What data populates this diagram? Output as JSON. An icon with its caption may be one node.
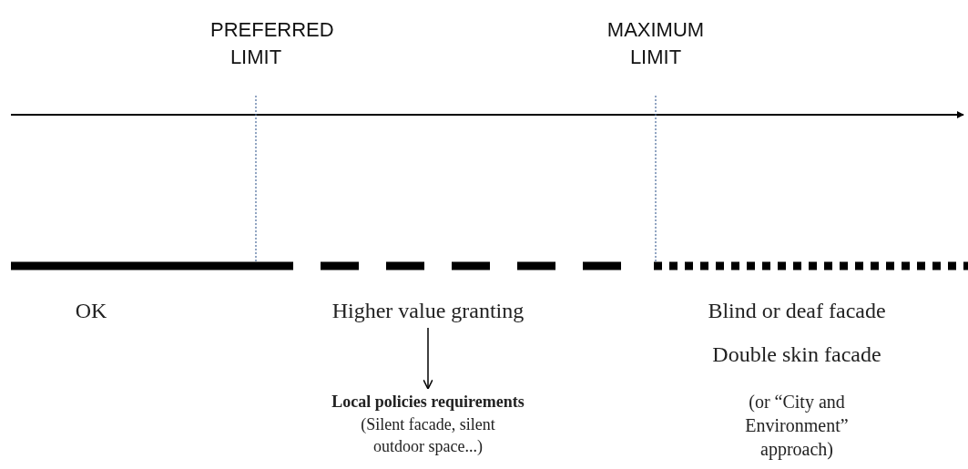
{
  "diagram": {
    "nodes": [
      {
        "text": [
          "Higher value granting"
        ]
      },
      {
        "text": [
          "Local policies requirements",
          "(Silent facade, silent outdoor space...)"
        ]
      }
    ],
    "edges": [
      {
        "from": 0,
        "to": 1,
        "arrow": "to"
      }
    ],
    "labels": [
      "PREFERRED LIMIT",
      "MAXIMUM LIMIT",
      "OK",
      "Blind or deaf facade",
      "Double skin facade",
      "(or “City and Environment” approach)"
    ]
  }
}
